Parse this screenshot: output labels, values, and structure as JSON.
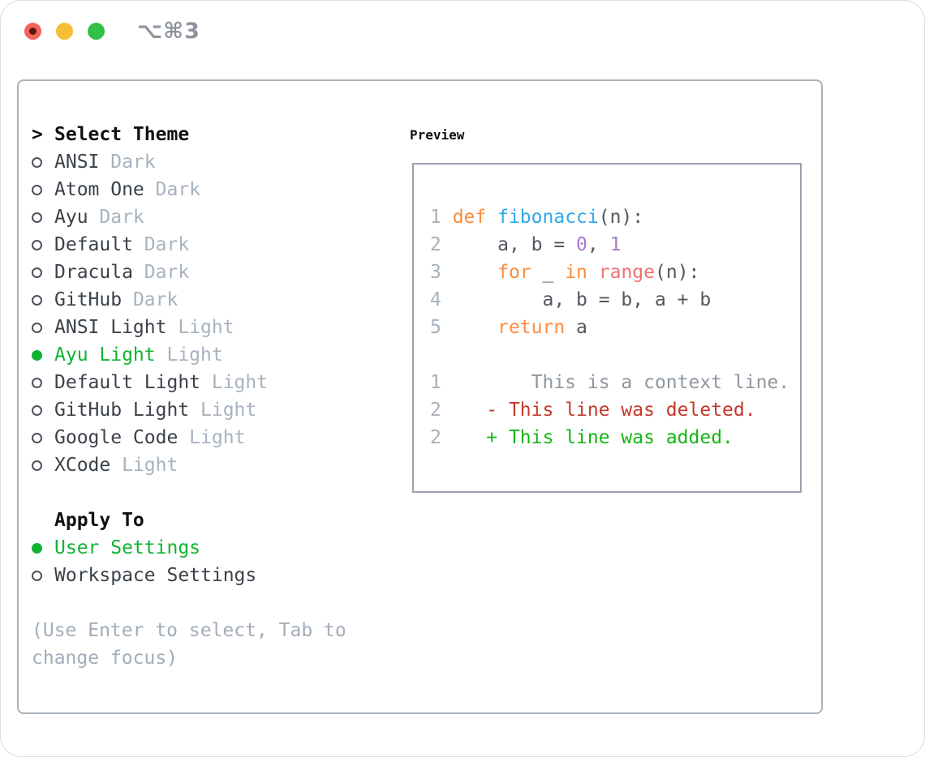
{
  "window": {
    "title": "⌥⌘3"
  },
  "colors": {
    "keyword": "#fb8d3d",
    "function": "#2fa9e9",
    "number": "#a37acc",
    "builtin": "#f07171",
    "plain": "#51585f",
    "line_number": "#a7b1bb",
    "context": "#8f979f",
    "removed": "#c4392a",
    "added": "#13b713",
    "selected_green": "#10b232",
    "badge_gray": "#a8b2be",
    "help_gray": "#a3adb9"
  },
  "theme_list": {
    "cursor": ">",
    "title": "Select Theme",
    "items": [
      {
        "name": "ANSI",
        "variant": "Dark",
        "selected": false
      },
      {
        "name": "Atom One",
        "variant": "Dark",
        "selected": false
      },
      {
        "name": "Ayu",
        "variant": "Dark",
        "selected": false
      },
      {
        "name": "Default",
        "variant": "Dark",
        "selected": false
      },
      {
        "name": "Dracula",
        "variant": "Dark",
        "selected": false
      },
      {
        "name": "GitHub",
        "variant": "Dark",
        "selected": false
      },
      {
        "name": "ANSI Light",
        "variant": "Light",
        "selected": false
      },
      {
        "name": "Ayu Light",
        "variant": "Light",
        "selected": true
      },
      {
        "name": "Default Light",
        "variant": "Light",
        "selected": false
      },
      {
        "name": "GitHub Light",
        "variant": "Light",
        "selected": false
      },
      {
        "name": "Google Code",
        "variant": "Light",
        "selected": false
      },
      {
        "name": "XCode",
        "variant": "Light",
        "selected": false
      }
    ]
  },
  "apply_to": {
    "title": "Apply To",
    "options": [
      {
        "label": "User Settings",
        "selected": true
      },
      {
        "label": "Workspace Settings",
        "selected": false
      }
    ]
  },
  "help_text": [
    "(Use Enter to select, Tab to",
    "change focus)"
  ],
  "preview": {
    "title": "Preview",
    "code_lines": [
      {
        "num": "1",
        "segments": [
          {
            "text": "def",
            "color": "keyword"
          },
          {
            "text": " ",
            "color": "plain"
          },
          {
            "text": "fibonacci",
            "color": "function"
          },
          {
            "text": "(n):",
            "color": "plain"
          }
        ]
      },
      {
        "num": "2",
        "segments": [
          {
            "text": "    a, b = ",
            "color": "plain"
          },
          {
            "text": "0",
            "color": "number"
          },
          {
            "text": ", ",
            "color": "plain"
          },
          {
            "text": "1",
            "color": "number"
          }
        ]
      },
      {
        "num": "3",
        "segments": [
          {
            "text": "    ",
            "color": "plain"
          },
          {
            "text": "for",
            "color": "keyword"
          },
          {
            "text": " _ ",
            "color": "plain"
          },
          {
            "text": "in",
            "color": "keyword"
          },
          {
            "text": " ",
            "color": "plain"
          },
          {
            "text": "range",
            "color": "builtin"
          },
          {
            "text": "(n):",
            "color": "plain"
          }
        ]
      },
      {
        "num": "4",
        "segments": [
          {
            "text": "        a, b = b, a + b",
            "color": "plain"
          }
        ]
      },
      {
        "num": "5",
        "segments": [
          {
            "text": "    ",
            "color": "plain"
          },
          {
            "text": "return",
            "color": "keyword"
          },
          {
            "text": " a",
            "color": "plain"
          }
        ]
      },
      {
        "num": "",
        "segments": []
      },
      {
        "num": "1",
        "segments": [
          {
            "text": "       This is a context line.",
            "color": "context"
          }
        ]
      },
      {
        "num": "2",
        "segments": [
          {
            "text": "   - This line was deleted.",
            "color": "removed"
          }
        ]
      },
      {
        "num": "2",
        "segments": [
          {
            "text": "   + This line was added.",
            "color": "added"
          }
        ]
      }
    ]
  }
}
